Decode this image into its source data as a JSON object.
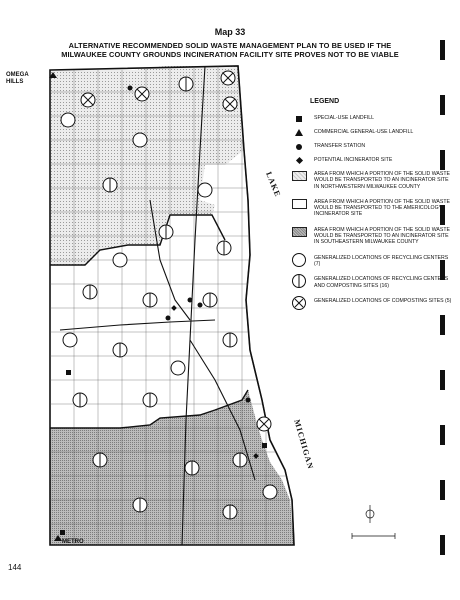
{
  "page": {
    "map_number": "Map 33",
    "title_lines": [
      "ALTERNATIVE RECOMMENDED SOLID WASTE MANAGEMENT PLAN TO BE USED IF THE",
      "MILWAUKEE COUNTY GROUNDS INCINERATION FACILITY SITE PROVES NOT TO BE VIABLE"
    ],
    "page_number": "144"
  },
  "map": {
    "labels": {
      "omega_hills_1": "OMEGA",
      "omega_hills_2": "HILLS",
      "metro": "METRO",
      "lake": "LAKE",
      "michigan": "MICHIGAN"
    }
  },
  "legend": {
    "title": "LEGEND",
    "items": [
      {
        "symbol": "square",
        "label": "SPECIAL-USE LANDFILL"
      },
      {
        "symbol": "triangle",
        "label": "COMMERCIAL GENERAL-USE LANDFILL"
      },
      {
        "symbol": "dot",
        "label": "TRANSFER STATION"
      },
      {
        "symbol": "diamond",
        "label": "POTENTIAL INCINERATOR SITE"
      },
      {
        "symbol": "light-shade",
        "label": "AREA FROM WHICH A PORTION OF THE SOLID WASTE WOULD BE TRANSPORTED TO AN INCINERATOR SITE IN NORTHWESTERN MILWAUKEE COUNTY"
      },
      {
        "symbol": "white",
        "label": "AREA FROM WHICH A PORTION OF THE SOLID WASTE WOULD BE TRANSPORTED TO THE AMERICOLOGY INCINERATOR SITE"
      },
      {
        "symbol": "dark-shade",
        "label": "AREA FROM WHICH A PORTION OF THE SOLID WASTE WOULD BE TRANSPORTED TO AN INCINERATOR SITE IN SOUTHEASTERN MILWAUKEE COUNTY"
      },
      {
        "symbol": "circle",
        "label": "GENERALIZED LOCATIONS OF RECYCLING CENTERS (7)"
      },
      {
        "symbol": "circle-bar",
        "label": "GENERALIZED LOCATIONS OF RECYCLING CENTERS AND COMPOSTING SITES (16)"
      },
      {
        "symbol": "circle-x",
        "label": "GENERALIZED LOCATIONS OF COMPOSTING SITES (5)"
      }
    ]
  },
  "colors": {
    "light_shade": "#e6e6e6",
    "dark_shade": "#b4b4b4",
    "ink": "#111111"
  }
}
